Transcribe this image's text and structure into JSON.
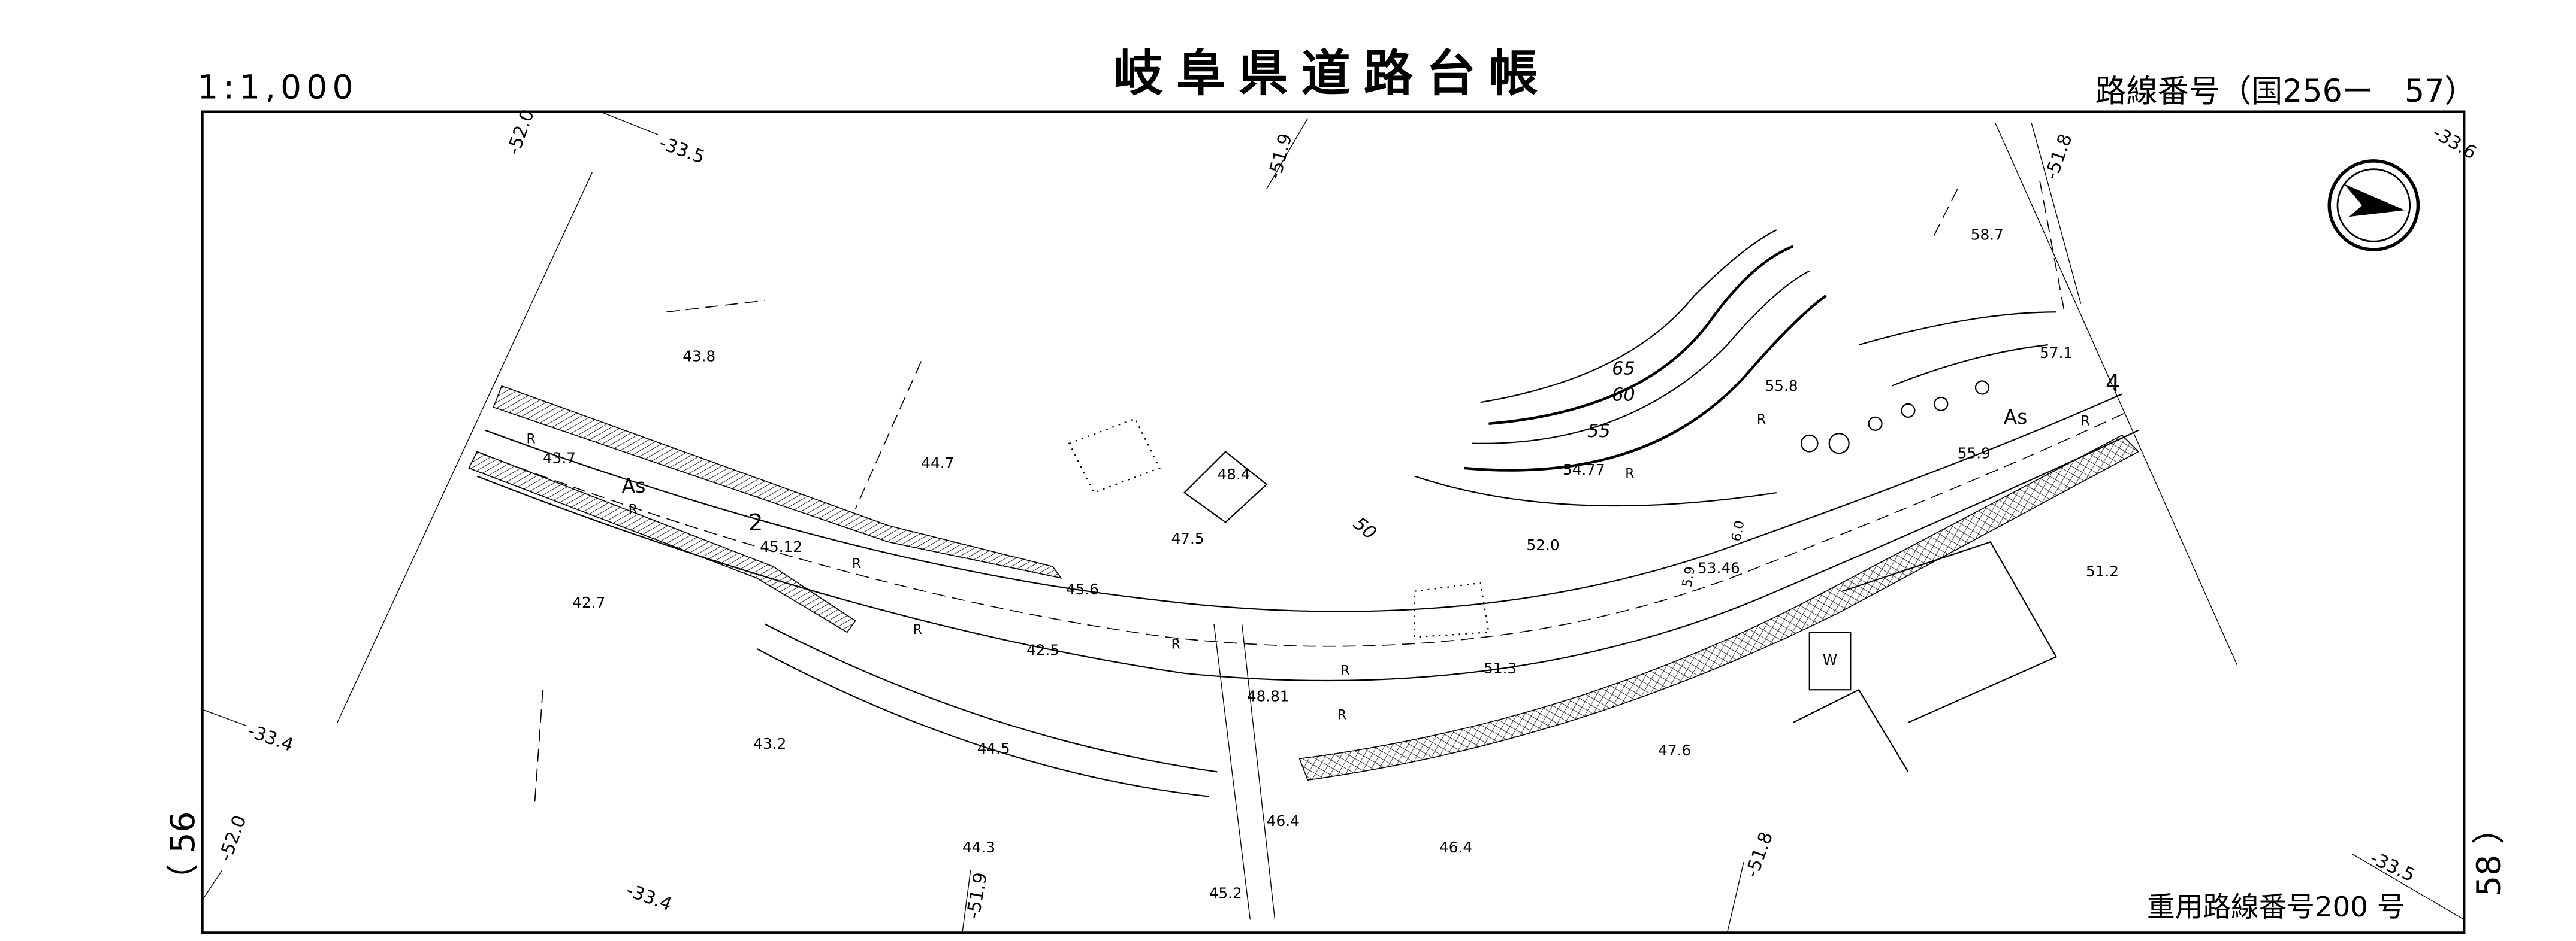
{
  "header": {
    "scale": "1:1,000",
    "title": "岐阜県道路台帳",
    "route_number": "路線番号（国256ー　57）"
  },
  "footer": {
    "overlap_route": "重用路線番号200 号"
  },
  "sheet_refs": {
    "left": "（ 56",
    "right": "58 ）"
  },
  "grid_labels": [
    "-52.0",
    "-33.5",
    "-51.9",
    "-51.8",
    "-33.6",
    "-33.4",
    "-52.0",
    "-33.4",
    "-51.9",
    "-51.8",
    "-33.5"
  ],
  "elevations": [
    "43.8",
    "44.7",
    "43.7",
    "45.12",
    "48.4",
    "47.5",
    "45.6",
    "42.7",
    "42.5",
    "48.81",
    "43.2",
    "44.5",
    "46.4",
    "44.3",
    "45.2",
    "46.4",
    "47.6",
    "51.3",
    "52.0",
    "53.46",
    "54.77",
    "55.8",
    "55.9",
    "57.1",
    "58.7",
    "51.2"
  ],
  "contours": [
    "65",
    "60",
    "55",
    "50"
  ],
  "road_labels": {
    "surface_1": "As",
    "section_1": "2",
    "surface_2": "As",
    "section_2": "4",
    "curb": "R",
    "width_1": "6.0",
    "width_2": "5.9",
    "building": "W"
  },
  "icons": {
    "north_arrow": "north-arrow-icon"
  }
}
